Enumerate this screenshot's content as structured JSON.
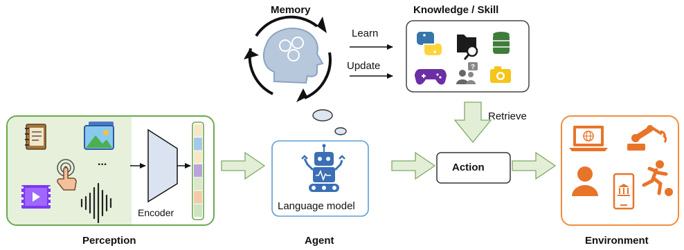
{
  "labels": {
    "memory": "Memory",
    "knowledge_skill": "Knowledge / Skill",
    "learn": "Learn",
    "update": "Update",
    "retrieve": "Retrieve",
    "encoder": "Encoder",
    "ellipsis": "...",
    "language_model": "Language model",
    "action": "Action",
    "perception": "Perception",
    "agent": "Agent",
    "environment": "Environment"
  },
  "icons": {
    "memory": "brain-head-icon",
    "knowledge": [
      "python-icon",
      "folder-search-icon",
      "database-icon",
      "gamepad-icon",
      "user-question-icon",
      "camera-icon"
    ],
    "perception": [
      "notebook-icon",
      "image-icon",
      "touch-icon",
      "video-icon",
      "audio-wave-icon"
    ],
    "agent": "robot-icon",
    "environment": [
      "laptop-globe-icon",
      "robot-arm-icon",
      "person-icon",
      "phone-bank-icon",
      "soccer-player-icon"
    ]
  },
  "colors": {
    "perception_border": "#6aa84f",
    "perception_fill": "#e6f0da",
    "arrow_fill": "#e2efd6",
    "arrow_stroke": "#7fa862",
    "agent_border": "#5b9bd5",
    "environment_border": "#f08c3c",
    "environment_icon": "#e8742a",
    "encoder_fill": "#dbe3f0",
    "robot_blue": "#3b6fb6",
    "gamepad_purple": "#6b2fa3",
    "video_purple": "#7c3aed",
    "database_green": "#3f7d3a",
    "camera_yellow": "#f5c518"
  },
  "embedding_colors": [
    "#f6e7c8",
    "#a6c8e8",
    "#f6e7c8",
    "#b8a4d8",
    "#dbe8c8",
    "#f6c9a8",
    "#cfe3c0"
  ]
}
